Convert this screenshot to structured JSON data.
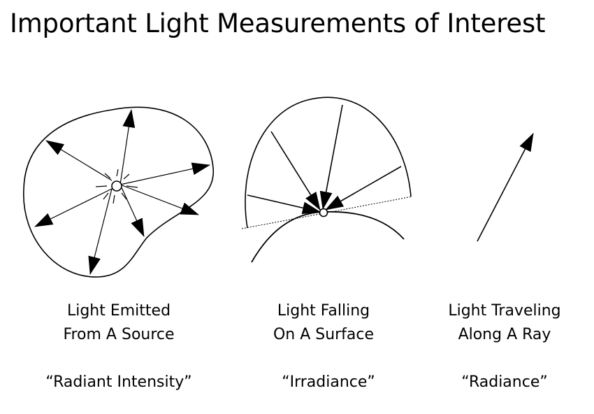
{
  "title": "Important Light Measurements of Interest",
  "panels": [
    {
      "caption_lines": [
        "Light Emitted",
        "From A Source"
      ],
      "term": "“Radiant Intensity”"
    },
    {
      "caption_lines": [
        "Light Falling",
        "On A Surface"
      ],
      "term": "“Irradiance”"
    },
    {
      "caption_lines": [
        "Light Traveling",
        "Along A Ray"
      ],
      "term": "“Radiance”"
    }
  ]
}
